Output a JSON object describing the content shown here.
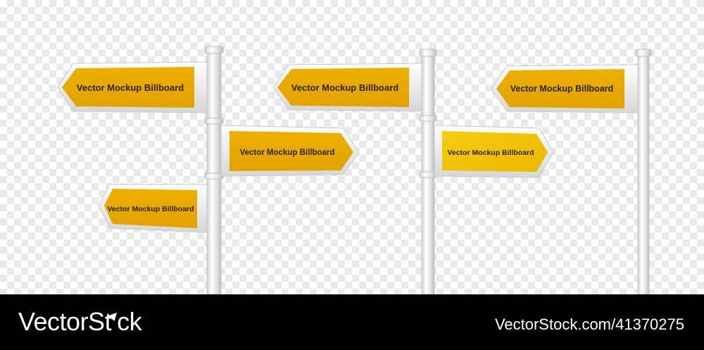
{
  "signs": {
    "label": "Vector Mockup Billboard"
  },
  "footer": {
    "brand_left": "VectorSt",
    "brand_right": "ck",
    "reference": "VectorStock.com/41370275"
  },
  "colors": {
    "sign_yellow": "#e8aa00",
    "sign_yellow_bright": "#f0c200",
    "pole_silver": "#e4e4e4",
    "footer_black": "#000000"
  }
}
